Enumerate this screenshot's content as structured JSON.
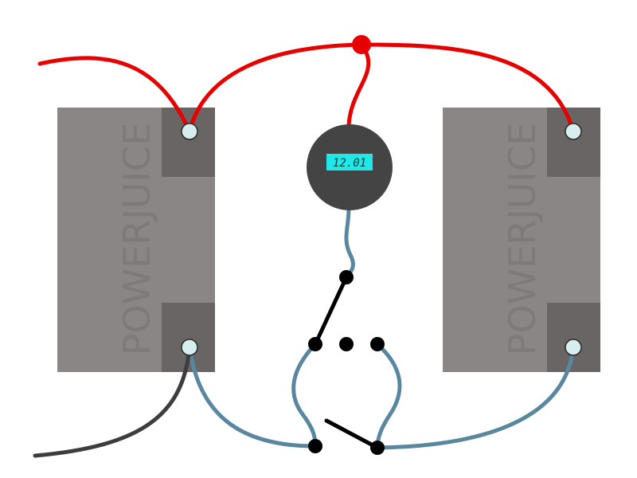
{
  "battery_left": {
    "brand": "POWERJUICE"
  },
  "battery_right": {
    "brand": "POWERJUICE"
  },
  "meter": {
    "reading": "12.01"
  },
  "colors": {
    "positive_wire": "#e60000",
    "negative_wire": "#3d3d3d",
    "link_wire": "#5a87a0",
    "battery_body": "#8a8685",
    "battery_terminal_block": "#6a6565",
    "battery_text": "#7e7a79",
    "terminal": "#d8eeee",
    "meter_body": "#444444",
    "meter_display": "#1ee8e8",
    "switch_contact": "#000000"
  }
}
